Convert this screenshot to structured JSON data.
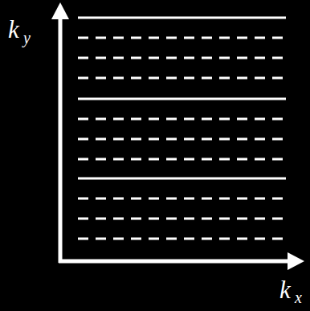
{
  "diagram": {
    "labels": [
      "k",
      "y",
      "k",
      "x"
    ]
  }
}
